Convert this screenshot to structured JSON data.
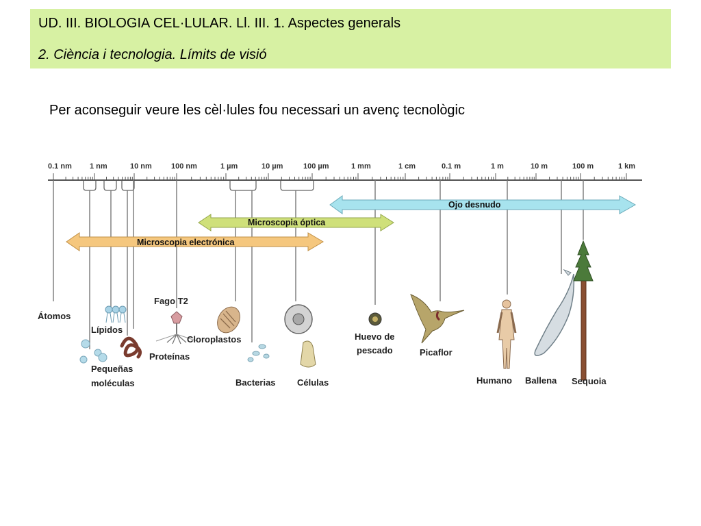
{
  "header": {
    "title": "UD. III. BIOLOGIA CEL·LULAR. Ll. III. 1. Aspectes generals",
    "subtitle": "2. Ciència i tecnologia. Límits de visió"
  },
  "intro": "Per aconseguir veure les cèl·lules fou necessari un avenç tecnològic",
  "scale_labels": [
    "0.1 nm",
    "1 nm",
    "10 nm",
    "100 nm",
    "1 µm",
    "10 µm",
    "100 µm",
    "1 mm",
    "1 cm",
    "0.1 m",
    "1 m",
    "10 m",
    "100 m",
    "1 km"
  ],
  "ranges": {
    "naked_eye": "Ojo desnudo",
    "optical": "Microscopia óptica",
    "electron": "Microscopia electrónica"
  },
  "items": {
    "atomos": "Átomos",
    "lipidos": "Lípidos",
    "pequenas_line1": "Pequeñas",
    "pequenas_line2": "moléculas",
    "proteinas": "Proteínas",
    "fago": "Fago T2",
    "cloroplasto": "Cloroplastos",
    "bacterias": "Bacterias",
    "celulas": "Células",
    "huevo_line1": "Huevo de",
    "huevo_line2": "pescado",
    "picaflor": "Picaflor",
    "humano": "Humano",
    "ballena": "Ballena",
    "sequoia": "Sequoia"
  },
  "colors": {
    "header_bg": "#d7f1a3",
    "naked_eye_arrow": "#a7e3ee",
    "optical_arrow": "#cfe07a",
    "electron_arrow": "#f5c77e"
  }
}
